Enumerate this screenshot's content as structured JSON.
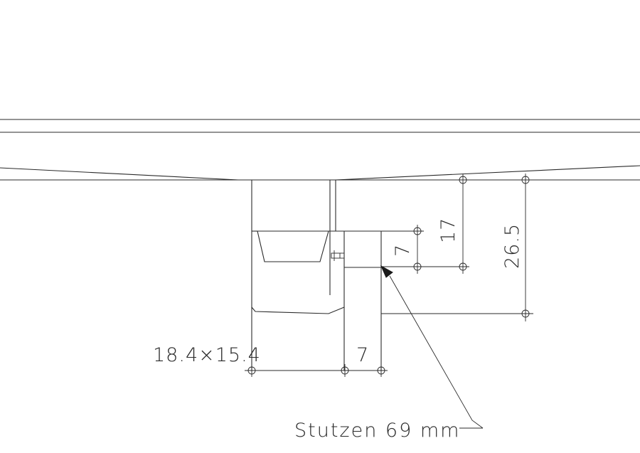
{
  "dimensions": {
    "stub_size": "18.4×15.4",
    "width_7": "7",
    "height_7": "7",
    "height_17": "17",
    "height_26_5": "26.5"
  },
  "callout": {
    "text": "Stutzen 69 mm"
  }
}
